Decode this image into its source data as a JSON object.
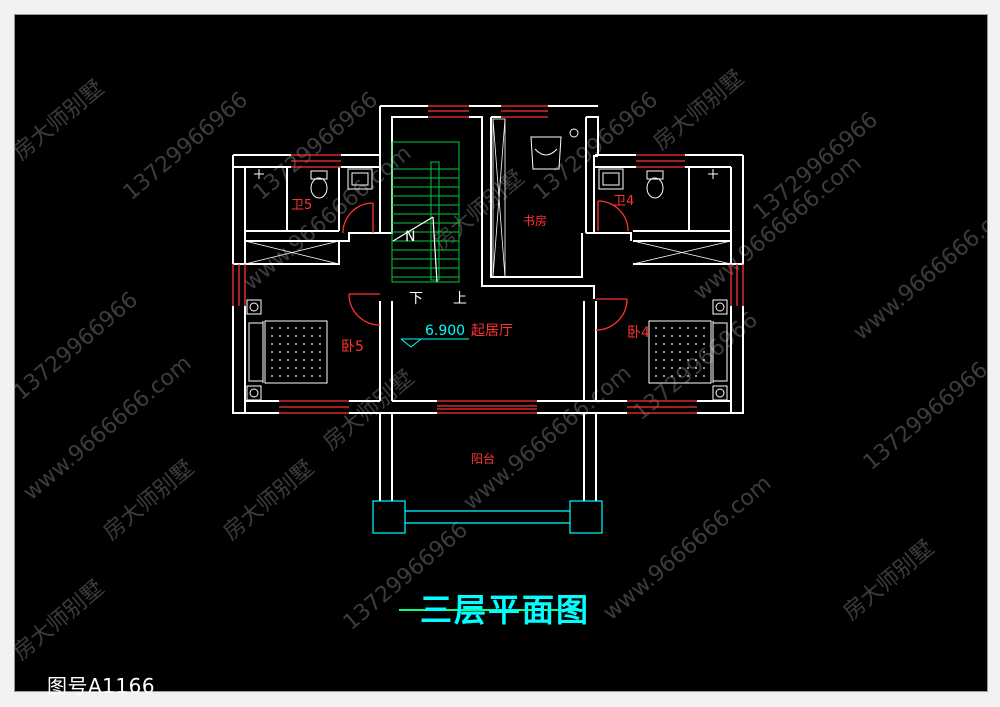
{
  "plan": {
    "title": "三层平面图",
    "drawing_number": "图号A1166",
    "elevation": "6.900",
    "stair_down": "下",
    "stair_up": "上",
    "stair_arrow_glyph": "N",
    "rooms": {
      "living": "起居厅",
      "study": "书房",
      "balcony": "阳台",
      "bedroom5": "卧5",
      "bedroom4": "卧4",
      "bath5": "卫5",
      "bath4": "卫4"
    },
    "colors": {
      "background": "#000000",
      "walls": "#ffffff",
      "windows": "#ff3333",
      "room_labels": "#ff3333",
      "stairs": "#00cc44",
      "fixtures": "#ffffff",
      "title": "#00ffff",
      "balcony_rail": "#00ffff",
      "watermark": "#808080"
    }
  },
  "watermark": {
    "phone": "13729966966",
    "site": "www.9666666.com",
    "brand": "房大师别墅"
  }
}
